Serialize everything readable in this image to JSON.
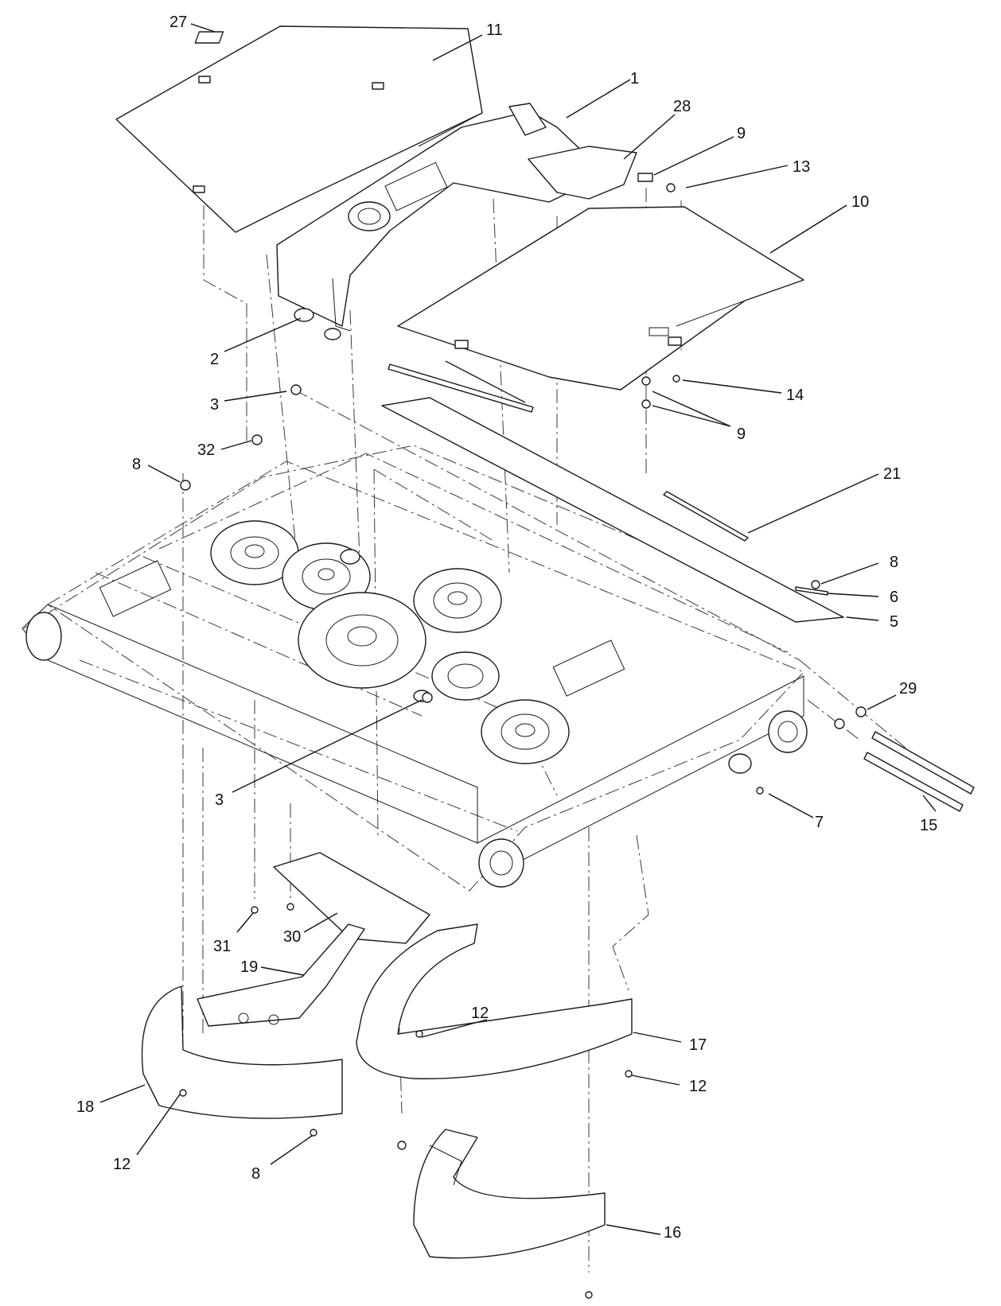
{
  "callouts": [
    "27",
    "11",
    "1",
    "28",
    "9",
    "13",
    "10",
    "2",
    "3",
    "14",
    "9",
    "32",
    "8",
    "21",
    "8",
    "6",
    "5",
    "29",
    "3",
    "7",
    "15",
    "31",
    "30",
    "19",
    "12",
    "17",
    "12",
    "18",
    "12",
    "8",
    "16"
  ]
}
